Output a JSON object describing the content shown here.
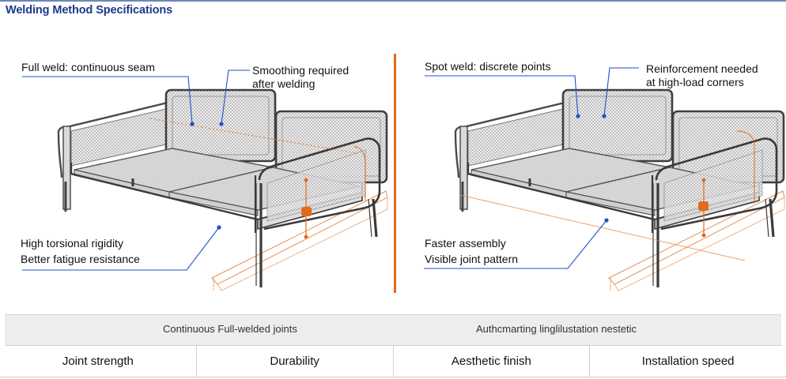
{
  "title": "Welding Method Specifications",
  "left": {
    "callout_top_left": "Full weld: continuous seam",
    "callout_top_right": [
      "Smoothing required",
      "after welding"
    ],
    "callout_bottom": [
      "High torsional rigidity",
      "Better fatigue resistance"
    ]
  },
  "right": {
    "callout_top_left": "Spot weld: discrete points",
    "callout_top_right": [
      "Reinforcement needed",
      "at high-load corners"
    ],
    "callout_bottom": [
      "Faster assembly",
      "Visible joint pattern"
    ]
  },
  "band": {
    "left_caption": "Continuous Full-welded joints",
    "right_caption": "Authcmarting linglilustation nestetic"
  },
  "metrics": [
    "Joint strength",
    "Durability",
    "Aesthetic finish",
    "Installation speed"
  ],
  "colors": {
    "title": "#1a3a8a",
    "leader": "#1f4fd1",
    "accent": "#e36a1c"
  }
}
